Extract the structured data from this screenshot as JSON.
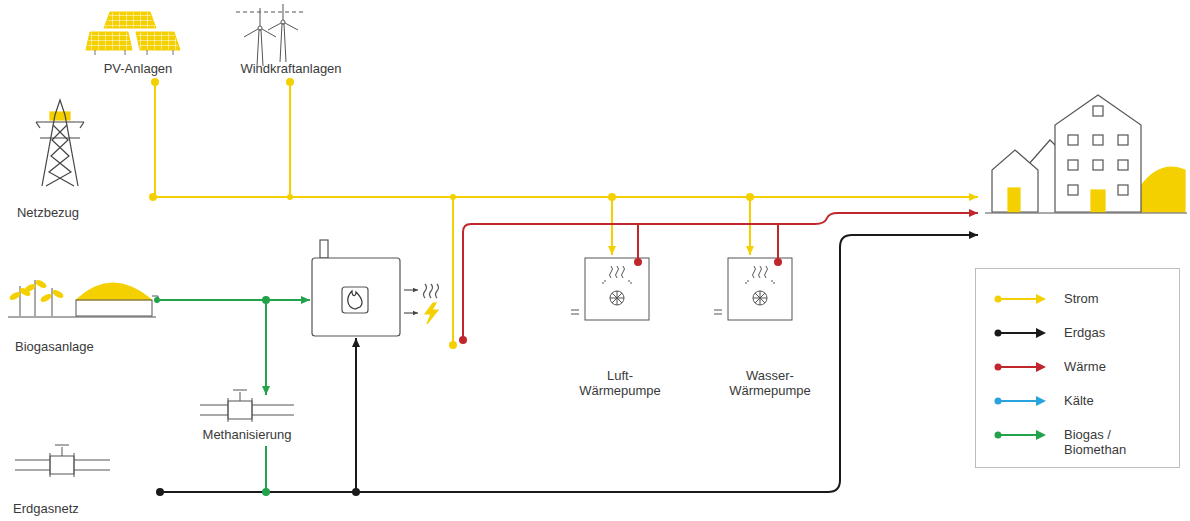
{
  "diagram": {
    "nodes": [
      {
        "text": [
          "PV-Anlagen"
        ]
      },
      {
        "text": [
          "Windkraftanlagen"
        ]
      },
      {
        "text": [
          "Netzbezug"
        ]
      },
      {
        "text": [
          "Biogasanlage"
        ]
      },
      {
        "text": [
          "Methanisierung"
        ]
      },
      {
        "text": [
          "Luft- Wärmepumpe"
        ]
      },
      {
        "text": [
          "Wasser- Wärmepumpe"
        ]
      },
      {
        "text": [
          "Erdgasnetz"
        ]
      }
    ],
    "edges": [
      {
        "from": 3,
        "to": 4,
        "arrow": "to"
      }
    ],
    "legend": [
      {
        "text": "Strom",
        "color": "#f5d000"
      },
      {
        "text": "Erdgas",
        "color": "#1a1a1a"
      },
      {
        "text": "Wärme",
        "color": "#c0272d"
      },
      {
        "text": "Kälte",
        "color": "#29a3dd"
      },
      {
        "text": "Biogas / Biomethan",
        "color": "#22a24a"
      }
    ]
  }
}
